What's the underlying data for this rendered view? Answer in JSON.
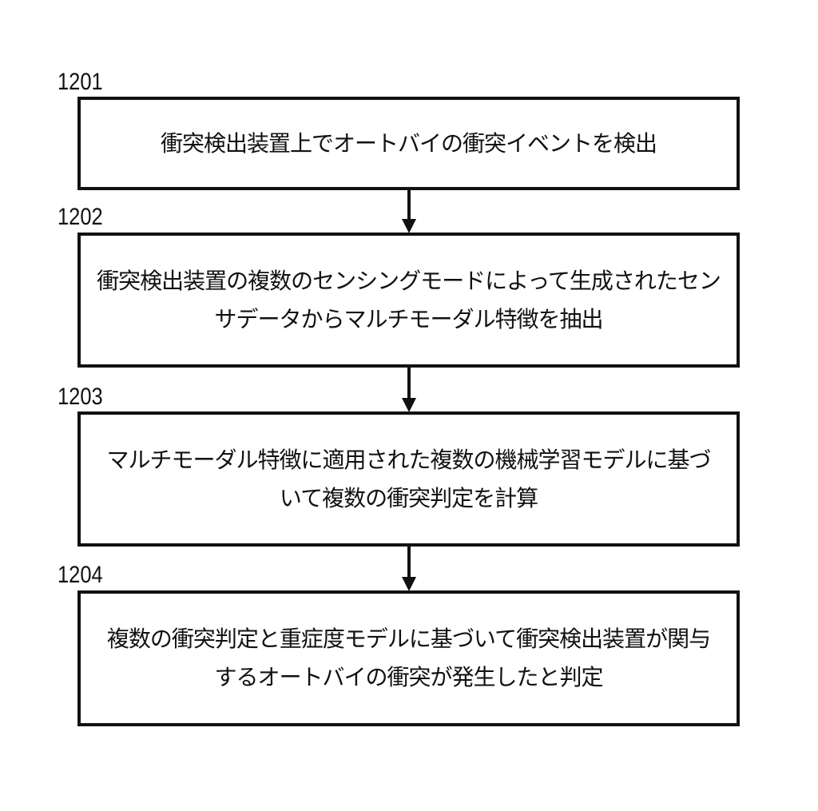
{
  "steps": [
    {
      "id": "1201",
      "text": "衝突検出装置上でオートバイの衝突イベントを検出"
    },
    {
      "id": "1202",
      "text": "衝突検出装置の複数のセンシングモードによって生成されたセンサデータからマルチモーダル特徴を抽出"
    },
    {
      "id": "1203",
      "text": "マルチモーダル特徴に適用された複数の機械学習モデルに基づいて複数の衝突判定を計算"
    },
    {
      "id": "1204",
      "text": "複数の衝突判定と重症度モデルに基づいて衝突検出装置が関与するオートバイの衝突が発生したと判定"
    }
  ]
}
